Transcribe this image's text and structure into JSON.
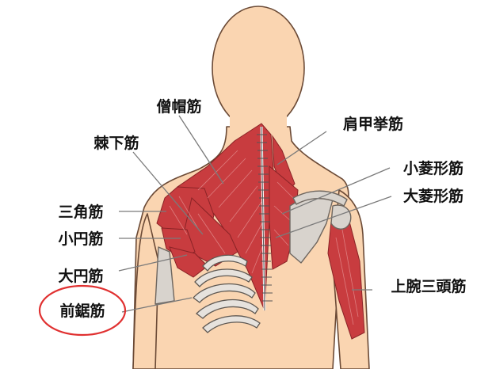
{
  "labels": {
    "trapezius": "僧帽筋",
    "infraspinatus": "棘下筋",
    "levator_scapulae": "肩甲挙筋",
    "rhomboid_minor": "小菱形筋",
    "rhomboid_major": "大菱形筋",
    "deltoid": "三角筋",
    "teres_minor": "小円筋",
    "teres_major": "大円筋",
    "serratus_anterior": "前鋸筋",
    "triceps": "上腕三頭筋"
  },
  "highlighted": "serratus_anterior",
  "colors": {
    "skin": "#fad5b1",
    "muscle": "#c83c3f",
    "bone": "#d8d3cd",
    "highlight_ellipse": "#e03030"
  }
}
